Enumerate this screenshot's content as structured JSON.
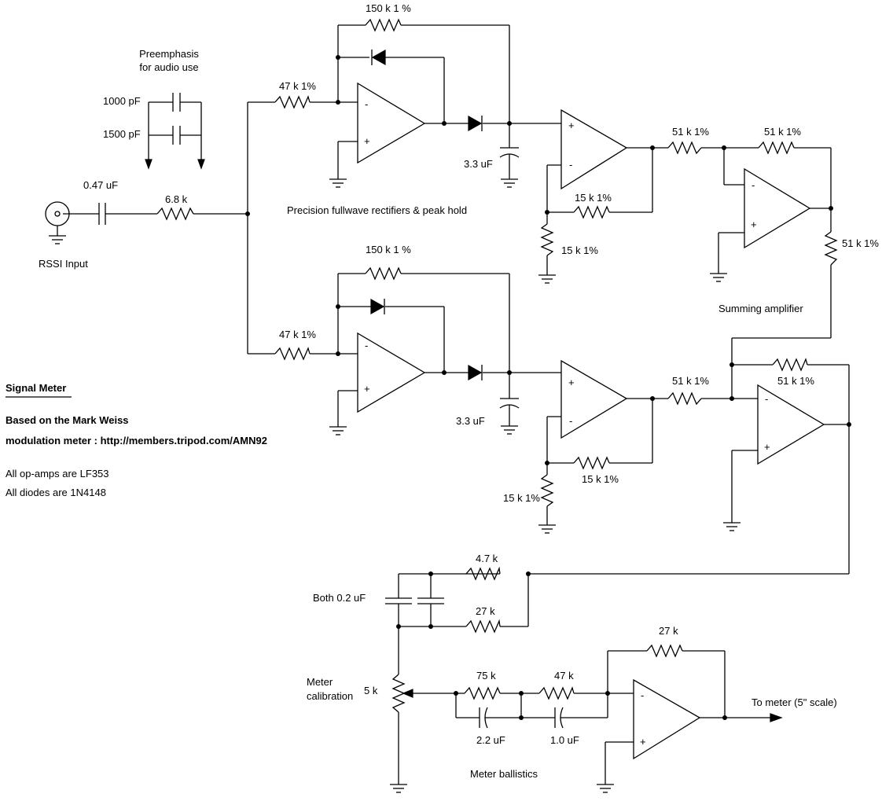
{
  "title": "Signal Meter",
  "notes": [
    "Based on the Mark Weiss",
    "modulation meter : http://members.tripod.com/AMN92",
    "All op-amps are LF353",
    "All diodes are 1N4148"
  ],
  "labels": {
    "preemphasis_1": "Preemphasis",
    "preemphasis_2": "for audio use",
    "cap_1000pf": "1000 pF",
    "cap_1500pf": "1500 pF",
    "cap_input": "0.47 uF",
    "r_input": "6.8 k",
    "rssi_input": "RSSI Input",
    "r_47k_top": "47 k 1%",
    "r_150k_top": "150 k 1 %",
    "cap_33_top": "3.3 uF",
    "rectifier_caption": "Precision fullwave rectifiers & peak hold",
    "r_15k_top_fb": "15 k 1%",
    "r_15k_top_gnd": "15 k 1%",
    "r_51k_top_in": "51 k 1%",
    "r_51k_top_fb": "51 k 1%",
    "r_51k_right": "51 k 1%",
    "summing_caption": "Summing amplifier",
    "r_47k_bot": "47 k 1%",
    "r_150k_bot": "150 k 1 %",
    "cap_33_bot": "3.3 uF",
    "r_15k_bot_gnd": "15 k 1%",
    "r_15k_bot_fb": "15 k 1%",
    "r_51k_bot_in": "51 k 1%",
    "r_51k_bot_fb": "51 k 1%",
    "r_47k_out": "4.7 k",
    "both_caps": "Both 0.2 uF",
    "r_27k_mid": "27 k",
    "meter_cal_1": "Meter",
    "meter_cal_2": "calibration",
    "pot_5k": "5 k",
    "r_75k": "75 k",
    "r_47k_ball": "47 k",
    "cap_22": "2.2 uF",
    "cap_10": "1.0 uF",
    "r_27k_fb": "27 k",
    "ballistics_caption": "Meter ballistics",
    "to_meter": "To meter (5\" scale)",
    "opamp_minus": "-",
    "opamp_plus": "+"
  }
}
